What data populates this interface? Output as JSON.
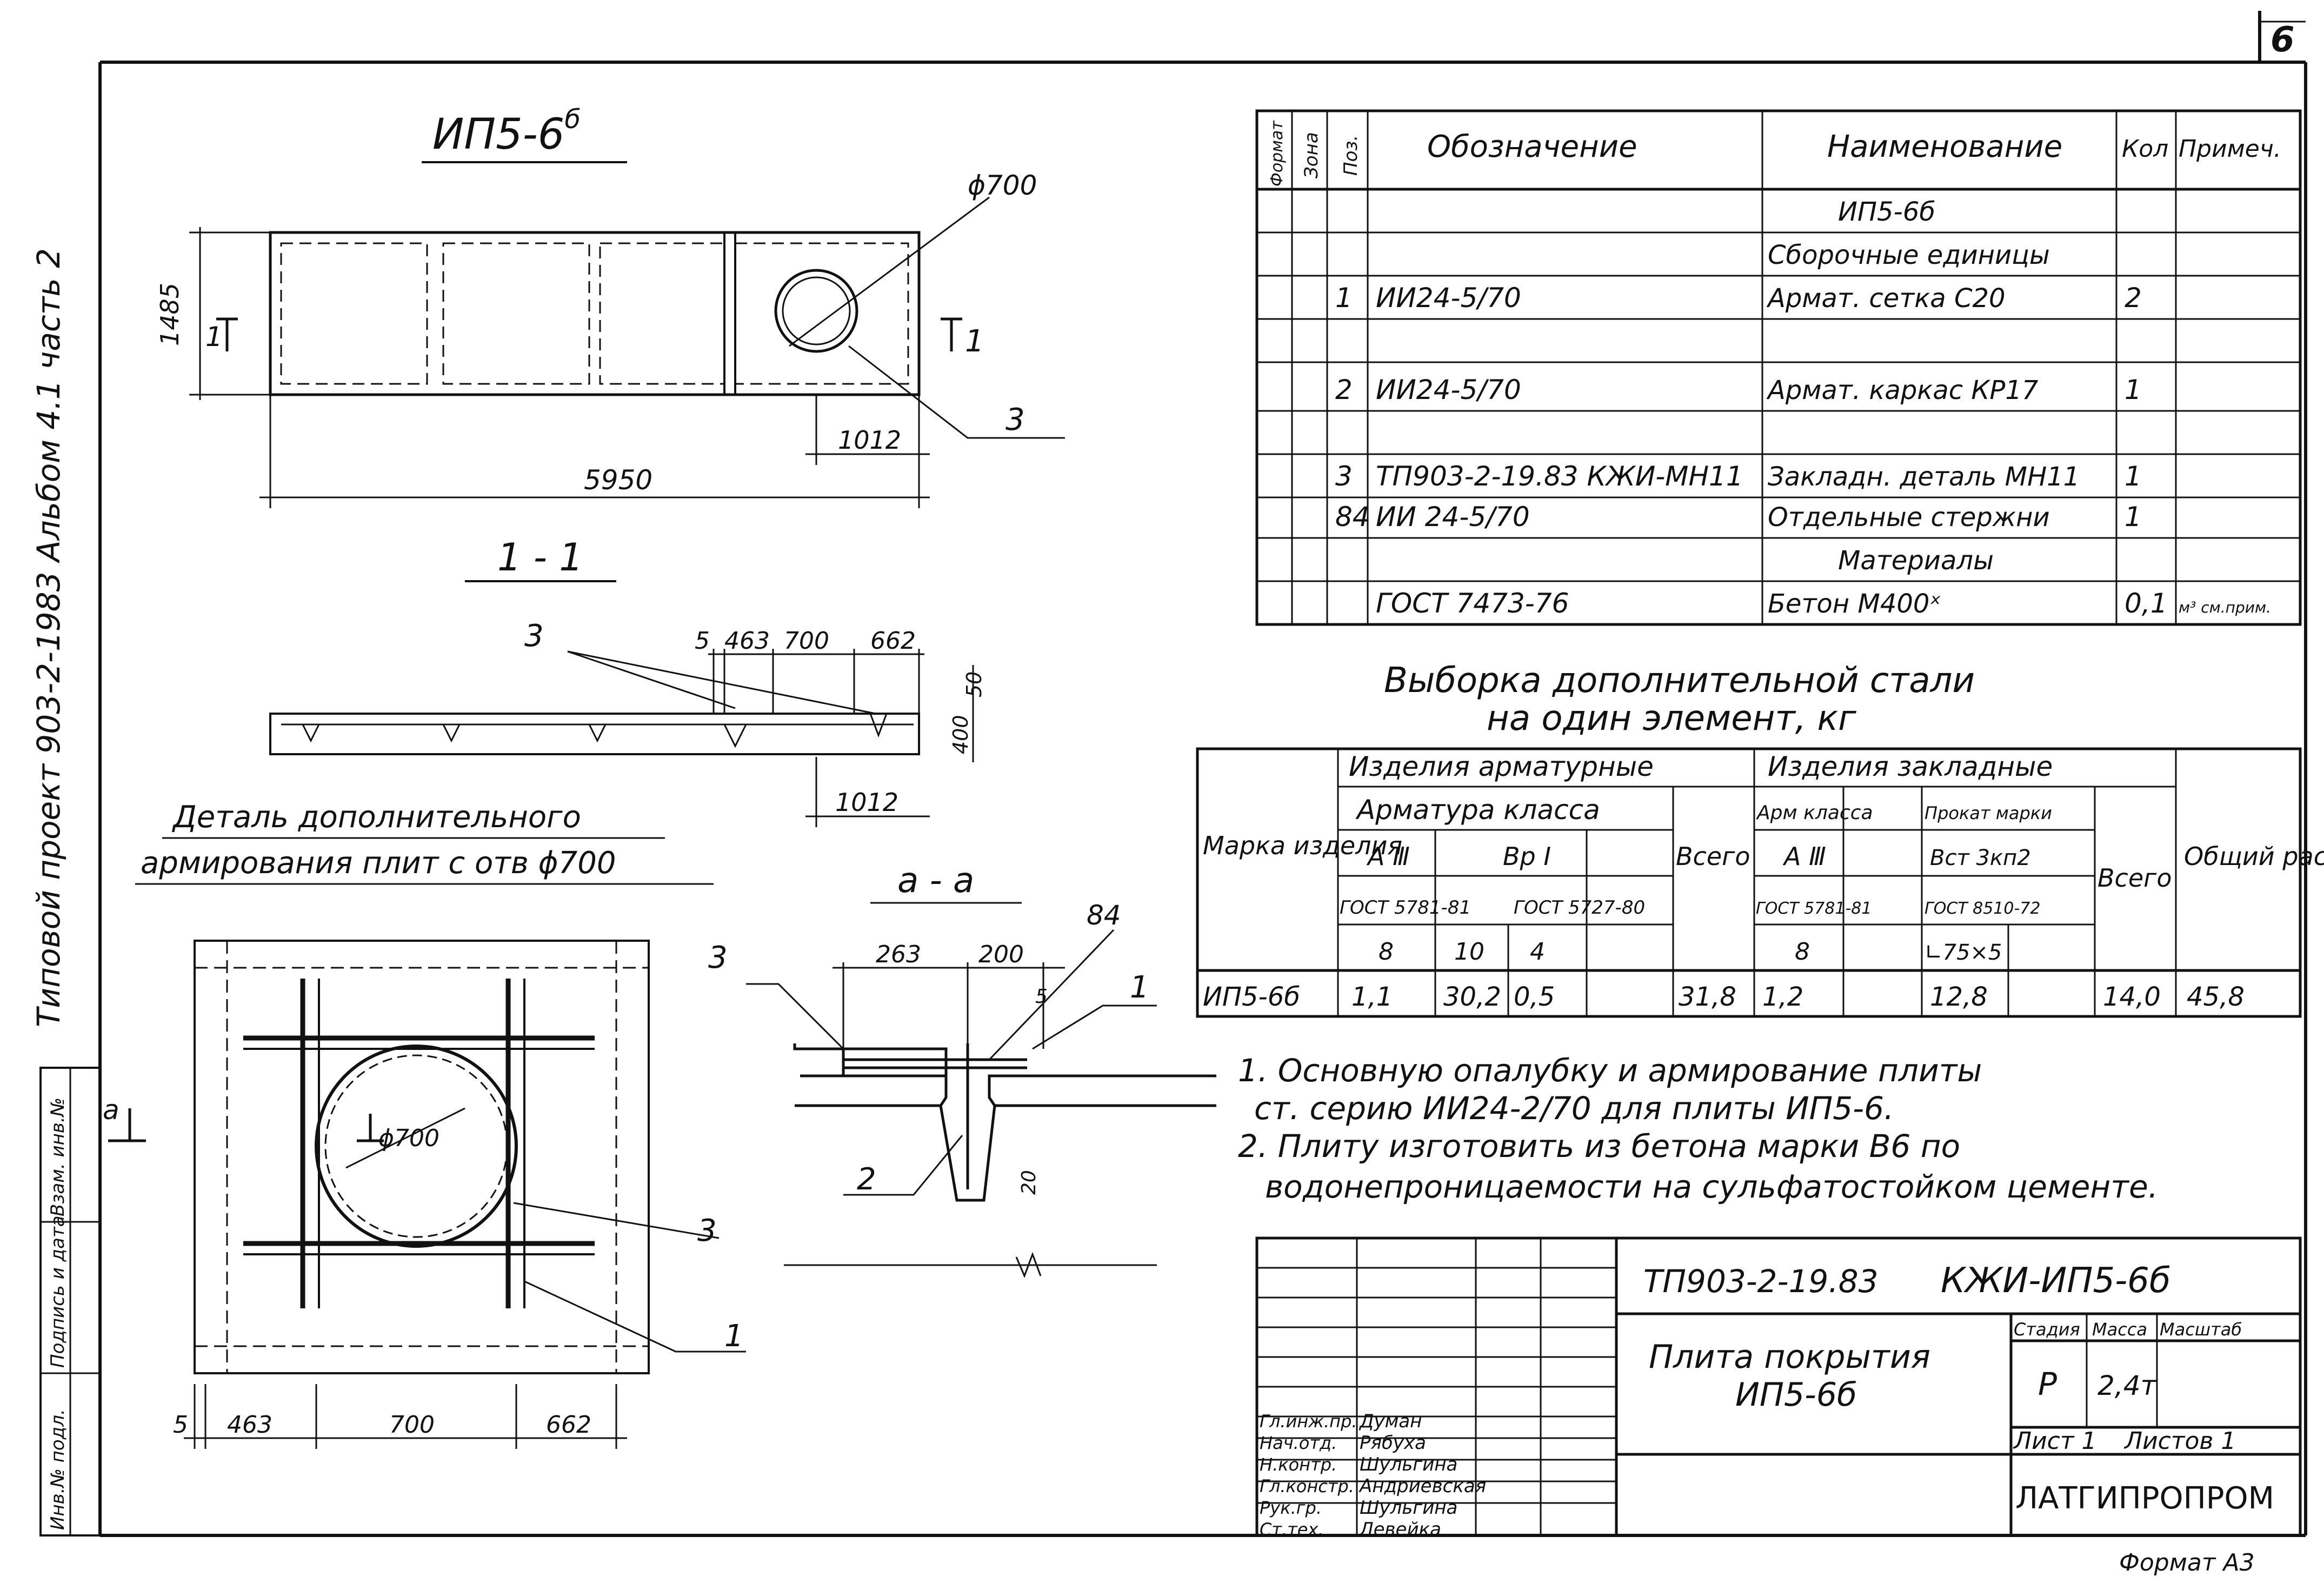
{
  "page_number": "6",
  "side_caption": "Типовой проект 903-2-1983  Альбом 4.1 часть 2",
  "side_stamp": [
    "Инв.№ подл.",
    "Подпись и дата",
    "Взам. инв.№"
  ],
  "plan": {
    "title": "ИП5-6",
    "title_sup": "б",
    "dims": {
      "width_label": "1485",
      "length": "5950",
      "hole_offset": "1012",
      "diameter": "ϕ700"
    },
    "callout_pos": "3",
    "section_mark_left": "1",
    "section_mark_right": "1"
  },
  "section_1_1": {
    "title": "1 - 1",
    "dims": [
      "5",
      "463",
      "700",
      "662"
    ],
    "height_top": "50",
    "height": "400",
    "bottom_dim": "1012",
    "callout": "3"
  },
  "detail": {
    "title_line1": "Деталь дополнительного",
    "title_line2": "армирования плит с отв ϕ700",
    "bottom_dims": [
      "5",
      "463",
      "700",
      "662"
    ],
    "hole_label": "ϕ700",
    "section_mark": "а",
    "callouts": [
      "3",
      "1"
    ]
  },
  "section_a_a": {
    "title": "а - а",
    "dims": [
      "263",
      "200"
    ],
    "callouts": [
      "84",
      "3",
      "1",
      "2"
    ],
    "small_dims": [
      "5",
      "20"
    ]
  },
  "spec_table": {
    "headers": [
      "Формат",
      "Зона",
      "Поз.",
      "Обозначение",
      "Наименование",
      "Кол",
      "Примеч."
    ],
    "rows": [
      {
        "pos": "",
        "designation": "",
        "name": "ИП5-6б",
        "qty": "",
        "note": ""
      },
      {
        "pos": "",
        "designation": "",
        "name": "Сборочные единицы",
        "qty": "",
        "note": ""
      },
      {
        "pos": "1",
        "designation": "ИИ24-5/70",
        "name": "Армат. сетка С20",
        "qty": "2",
        "note": ""
      },
      {
        "pos": "",
        "designation": "",
        "name": "",
        "qty": "",
        "note": ""
      },
      {
        "pos": "2",
        "designation": "ИИ24-5/70",
        "name": "Армат. каркас КР17",
        "qty": "1",
        "note": ""
      },
      {
        "pos": "",
        "designation": "",
        "name": "",
        "qty": "",
        "note": ""
      },
      {
        "pos": "3",
        "designation": "ТП903-2-19.83 КЖИ-МН11",
        "name": "Закладн. деталь МН11",
        "qty": "1",
        "note": ""
      },
      {
        "pos": "84",
        "designation": "ИИ 24-5/70",
        "name": "Отдельные стержни",
        "qty": "1",
        "note": ""
      },
      {
        "pos": "",
        "designation": "",
        "name": "Материалы",
        "qty": "",
        "note": ""
      },
      {
        "pos": "",
        "designation": "ГОСТ 7473-76",
        "name": "Бетон М400ˣ",
        "qty": "0,1",
        "note": "м³ см.прим."
      }
    ]
  },
  "steel_title_line1": "Выборка дополнительной стали",
  "steel_title_line2": "на один элемент, кг",
  "steel_table": {
    "col_mark": "Марка изделия",
    "group1": "Изделия арматурные",
    "group1_sub": "Арматура класса",
    "class_a": "А Ⅲ",
    "class_b": "Вр Ⅰ",
    "gost_a": "ГОСТ 5781-81",
    "gost_b": "ГОСТ 5727-80",
    "total1": "Всего",
    "group2": "Изделия закладные",
    "g2_arm": "Арм класса",
    "g2_rolled": "Прокат марки",
    "g2_a": "А Ⅲ",
    "g2_steel": "Вст 3кп2",
    "g2_gost_a": "ГОСТ 5781-81",
    "g2_gost_b": "ГОСТ 8510-72",
    "total2": "Всего",
    "grand": "Общий расход",
    "diam": [
      "8",
      "10",
      "4",
      "8",
      "∟75×5"
    ],
    "row": {
      "mark": "ИП5-6б",
      "v1": "1,1",
      "v2": "30,2",
      "v3": "0,5",
      "sum1": "31,8",
      "v4": "1,2",
      "v5": "12,8",
      "sum2": "14,0",
      "total": "45,8"
    }
  },
  "notes": [
    "1. Основную опалубку и армирование плиты",
    "ст. серию ИИ24-2/70 для плиты ИП5-6.",
    "2. Плиту изготовить из бетона марки В6 по",
    "водонепроницаемости на сульфатостойком цементе."
  ],
  "title_block": {
    "code": "ТП903-2-19.83",
    "doc": "КЖИ-ИП5-6б",
    "name_line1": "Плита покрытия",
    "name_line2": "ИП5-6б",
    "stage_label": "Стадия",
    "mass_label": "Масса",
    "scale_label": "Масштаб",
    "stage": "Р",
    "mass": "2,4т",
    "sheet": "Лист 1",
    "sheets": "Листов 1",
    "org": "ЛАТГИПРОПРОМ",
    "format": "Формат А3",
    "roles": [
      "Гл.инж.пр.",
      "Нач.отд.",
      "Н.контр.",
      "Гл.констр.",
      "Рук.гр.",
      "Ст.тех."
    ],
    "names": [
      "Думан",
      "Рябуха",
      "Шульгина",
      "Андриевская",
      "Шульгина",
      "Левейка"
    ]
  }
}
